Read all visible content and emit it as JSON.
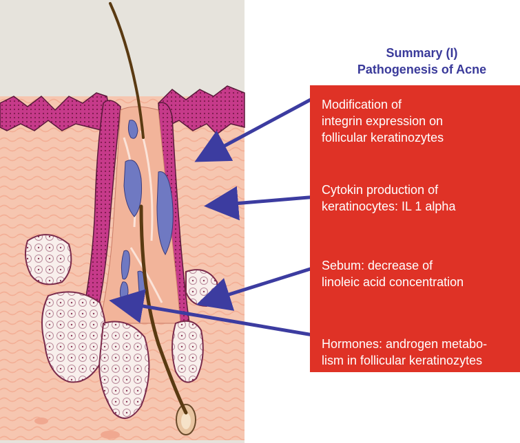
{
  "title": {
    "line1": "Summary (I)",
    "line2": "Pathogenesis of Acne"
  },
  "labels": [
    {
      "lines": [
        "Modification of",
        "integrin expression on",
        "follicular keratinozytes"
      ]
    },
    {
      "lines": [
        "Cytokin production of",
        "keratinocytes: IL 1 alpha"
      ]
    },
    {
      "lines": [
        "Sebum: decrease of",
        "linoleic acid concentration"
      ]
    },
    {
      "lines": [
        "Hormones: androgen metabo-",
        "lism in follicular keratinozytes"
      ]
    }
  ],
  "colors": {
    "panel": "#df3226",
    "title": "#3a3a9a",
    "arrow": "#3c3ca0",
    "label_text": "#ffffff"
  }
}
